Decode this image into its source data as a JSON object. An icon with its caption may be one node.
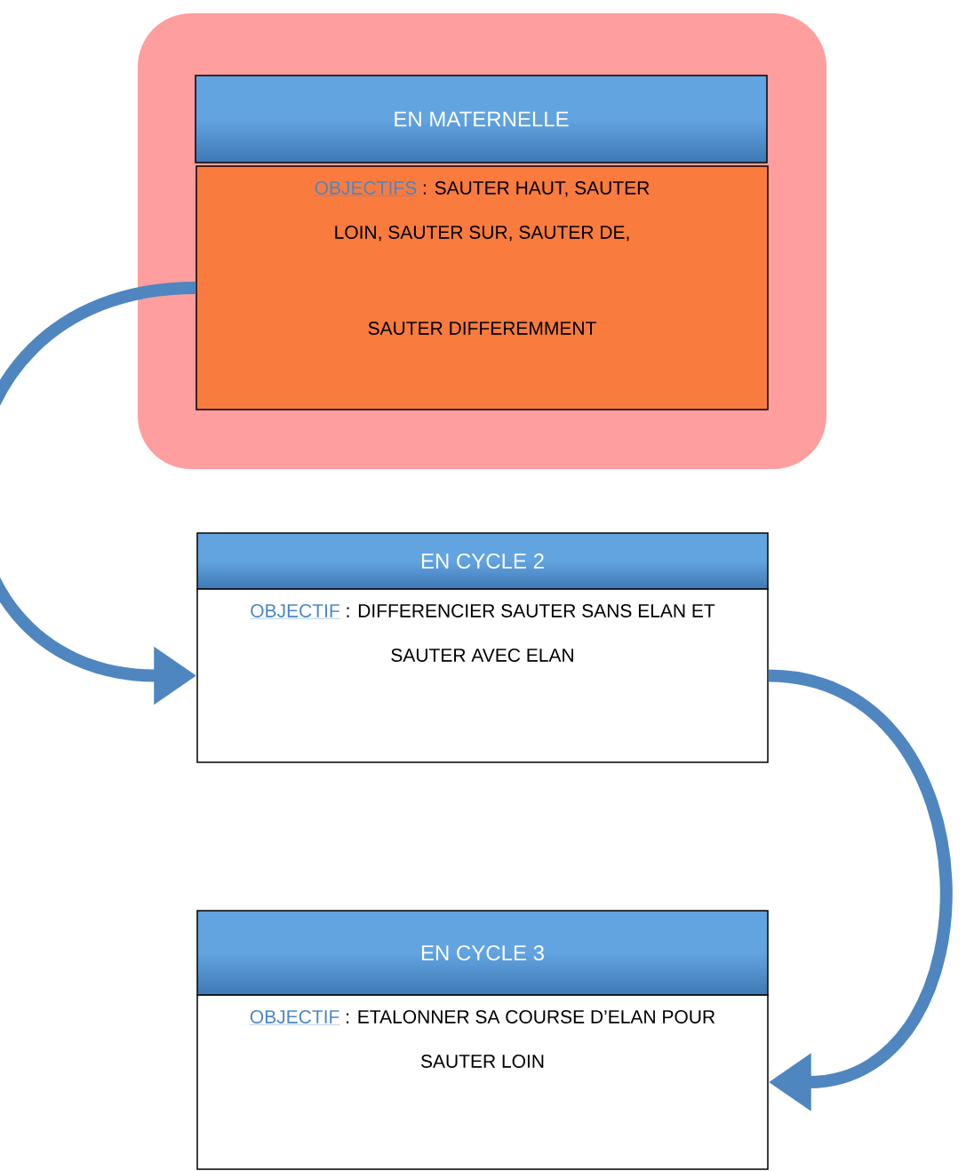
{
  "diagram": {
    "nodes": [
      {
        "text": [
          "EN MATERNELLE"
        ]
      },
      {
        "text": [
          "OBJECTIFS",
          ": SAUTER HAUT, SAUTER LOIN, SAUTER SUR, SAUTER DE,",
          "SAUTER DIFFEREMMENT"
        ]
      },
      {
        "text": [
          "EN CYCLE 2"
        ]
      },
      {
        "text": [
          "OBJECTIF",
          ": DIFFERENCIER SAUTER SANS ELAN ET SAUTER AVEC ELAN"
        ]
      },
      {
        "text": [
          "EN CYCLE 3"
        ]
      },
      {
        "text": [
          "OBJECTIF",
          ": ETALONNER SA COURSE D’ELAN POUR SAUTER LOIN"
        ]
      }
    ],
    "edges": [
      {
        "from": 1,
        "to": 3,
        "arrow": "to"
      },
      {
        "from": 3,
        "to": 5,
        "arrow": "to"
      }
    ]
  }
}
